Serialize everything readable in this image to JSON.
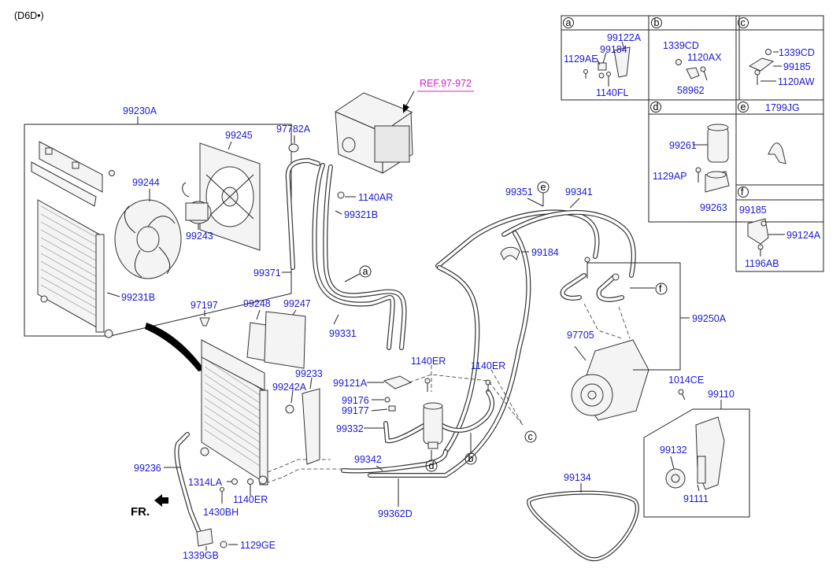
{
  "header": {
    "code": "(D6D•)"
  },
  "ref_label": "REF.97-972",
  "direction": "FR.",
  "callouts": [
    "a",
    "b",
    "c",
    "d",
    "e",
    "f"
  ],
  "inset": {
    "a": {
      "letter": "a",
      "parts": [
        "99122A",
        "99184",
        "1129AE",
        "1140FL"
      ]
    },
    "b": {
      "letter": "b",
      "parts": [
        "1339CD",
        "1120AX",
        "58962"
      ]
    },
    "c": {
      "letter": "c",
      "parts": [
        "1339CD",
        "99185",
        "1120AW"
      ]
    },
    "d": {
      "letter": "d",
      "parts": [
        "99261",
        "1129AP",
        "99263"
      ]
    },
    "e": {
      "letter": "e",
      "parts": [
        "1799JG"
      ]
    },
    "f": {
      "letter": "f",
      "parts": [
        "99185",
        "99124A",
        "1196AB"
      ]
    }
  },
  "labels": [
    {
      "id": "99230A",
      "t": "99230A"
    },
    {
      "id": "99245",
      "t": "99245"
    },
    {
      "id": "99244",
      "t": "99244"
    },
    {
      "id": "99243",
      "t": "99243"
    },
    {
      "id": "99231B",
      "t": "99231B"
    },
    {
      "id": "97782A",
      "t": "97782A"
    },
    {
      "id": "1140AR",
      "t": "1140AR"
    },
    {
      "id": "99321B",
      "t": "99321B"
    },
    {
      "id": "99371",
      "t": "99371"
    },
    {
      "id": "99331",
      "t": "99331"
    },
    {
      "id": "99351",
      "t": "99351"
    },
    {
      "id": "99341",
      "t": "99341"
    },
    {
      "id": "99184m",
      "t": "99184"
    },
    {
      "id": "99250A",
      "t": "99250A"
    },
    {
      "id": "97197",
      "t": "97197"
    },
    {
      "id": "99248",
      "t": "99248"
    },
    {
      "id": "99247",
      "t": "99247"
    },
    {
      "id": "99233",
      "t": "99233"
    },
    {
      "id": "99242A",
      "t": "99242A"
    },
    {
      "id": "99121A",
      "t": "99121A"
    },
    {
      "id": "1140ERa",
      "t": "1140ER"
    },
    {
      "id": "1140ERb",
      "t": "1140ER"
    },
    {
      "id": "99176",
      "t": "99176"
    },
    {
      "id": "99177",
      "t": "99177"
    },
    {
      "id": "99332",
      "t": "99332"
    },
    {
      "id": "97705",
      "t": "97705"
    },
    {
      "id": "1014CE",
      "t": "1014CE"
    },
    {
      "id": "99110",
      "t": "99110"
    },
    {
      "id": "99342",
      "t": "99342"
    },
    {
      "id": "99236",
      "t": "99236"
    },
    {
      "id": "1314LA",
      "t": "1314LA"
    },
    {
      "id": "1140ERc",
      "t": "1140ER"
    },
    {
      "id": "1430BH",
      "t": "1430BH"
    },
    {
      "id": "99362D",
      "t": "99362D"
    },
    {
      "id": "99134",
      "t": "99134"
    },
    {
      "id": "99132",
      "t": "99132"
    },
    {
      "id": "91111",
      "t": "91111"
    },
    {
      "id": "1339GB",
      "t": "1339GB"
    },
    {
      "id": "1129GE",
      "t": "1129GE"
    }
  ]
}
